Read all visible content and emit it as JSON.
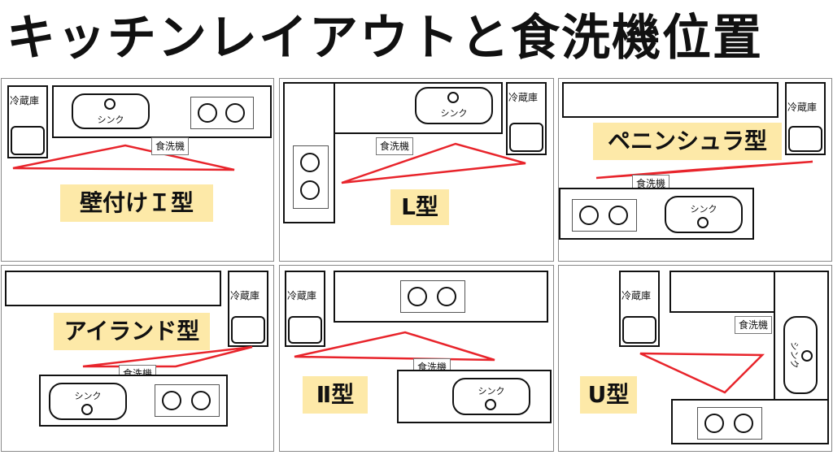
{
  "title": "キッチンレイアウトと食洗機位置",
  "labels": {
    "fridge": "冷蔵庫",
    "sink": "シンク",
    "dishwasher": "食洗機"
  },
  "layouts": [
    {
      "id": "wall-i",
      "name": "壁付けＩ型"
    },
    {
      "id": "l",
      "name": "L型"
    },
    {
      "id": "peninsula",
      "name": "ペニンシュラ型"
    },
    {
      "id": "island",
      "name": "アイランド型"
    },
    {
      "id": "ii",
      "name": "Ⅱ型"
    },
    {
      "id": "u",
      "name": "U型"
    }
  ],
  "colors": {
    "triangle": "#e8242b",
    "tag_bg": "#fde9a8",
    "outline": "#111111"
  }
}
